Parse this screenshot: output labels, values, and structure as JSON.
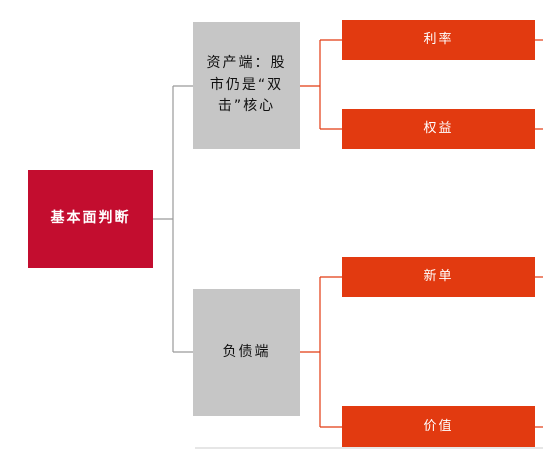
{
  "root": {
    "label": "基本面判断"
  },
  "branches": [
    {
      "label_lines": [
        "资产端：股",
        "市仍是“双",
        "击”核心"
      ],
      "leaves": [
        "利率",
        "权益"
      ]
    },
    {
      "label_lines": [
        "负债端"
      ],
      "leaves": [
        "新单",
        "价值"
      ]
    }
  ],
  "colors": {
    "root": "#c30d2f",
    "branch": "#c6c6c6",
    "leaf": "#e23a10",
    "connector": "#9a9a9a",
    "leaf_connector": "#e23a10"
  }
}
